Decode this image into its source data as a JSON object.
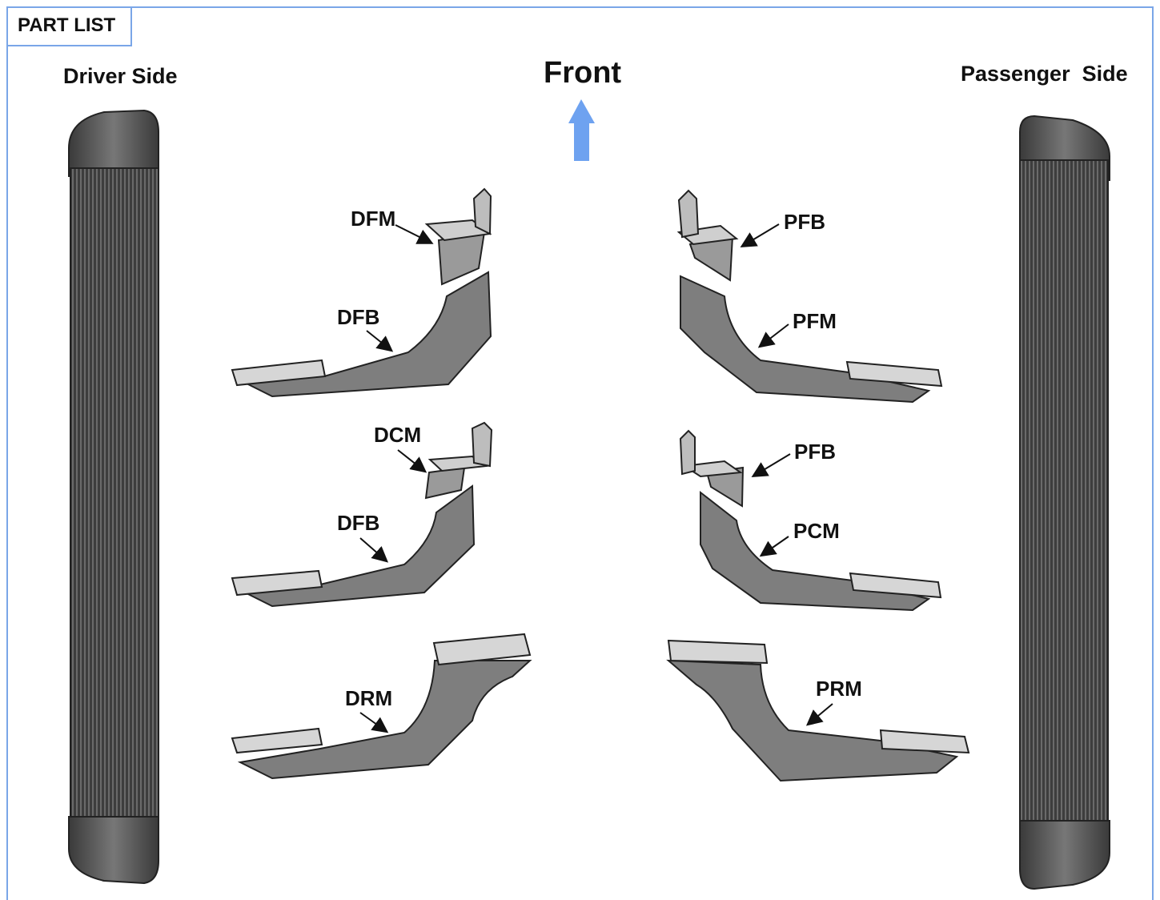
{
  "header": {
    "tab_label": "PART LIST"
  },
  "labels": {
    "driver_side": "Driver Side",
    "passenger_side": "Passenger  Side",
    "front": "Front"
  },
  "parts": {
    "driver": {
      "dfm": "DFM",
      "dfb_1": "DFB",
      "dcm": "DCM",
      "dfb_2": "DFB",
      "drm": "DRM"
    },
    "passenger": {
      "pfb_1": "PFB",
      "pfm": "PFM",
      "pfb_2": "PFB",
      "pcm": "PCM",
      "prm": "PRM"
    }
  },
  "colors": {
    "frame_border": "#7aa6e8",
    "front_arrow": "#6ea2f0",
    "bracket_fill": "#8a8a8a",
    "board_fill": "#4a4a4a"
  }
}
